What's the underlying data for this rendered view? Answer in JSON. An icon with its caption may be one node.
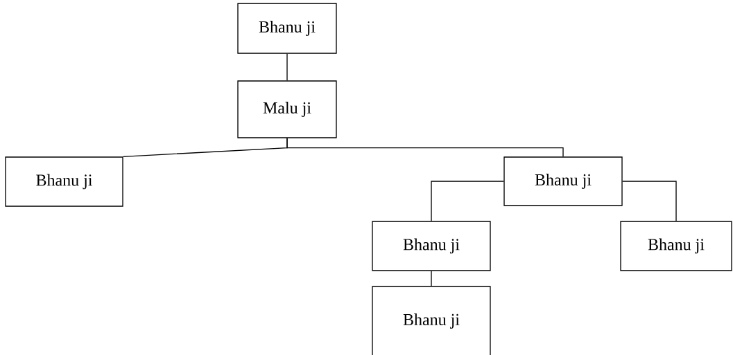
{
  "diagram": {
    "nodes": [
      {
        "text": [
          "Bhanu ji"
        ]
      },
      {
        "text": [
          "Malu ji"
        ]
      },
      {
        "text": [
          "Bhanu ji"
        ]
      },
      {
        "text": [
          "Bhanu ji"
        ]
      },
      {
        "text": [
          "Bhanu ji"
        ]
      },
      {
        "text": [
          "Bhanu ji"
        ]
      },
      {
        "text": [
          "Bhanu ji"
        ]
      }
    ],
    "edges": [
      {
        "from": 0,
        "to": 1,
        "arrow": "none"
      },
      {
        "from": 1,
        "to": 2,
        "arrow": "none"
      },
      {
        "from": 1,
        "to": 3,
        "arrow": "none"
      },
      {
        "from": 3,
        "to": 4,
        "arrow": "none"
      },
      {
        "from": 3,
        "to": 5,
        "arrow": "none"
      },
      {
        "from": 4,
        "to": 6,
        "arrow": "none"
      }
    ]
  }
}
